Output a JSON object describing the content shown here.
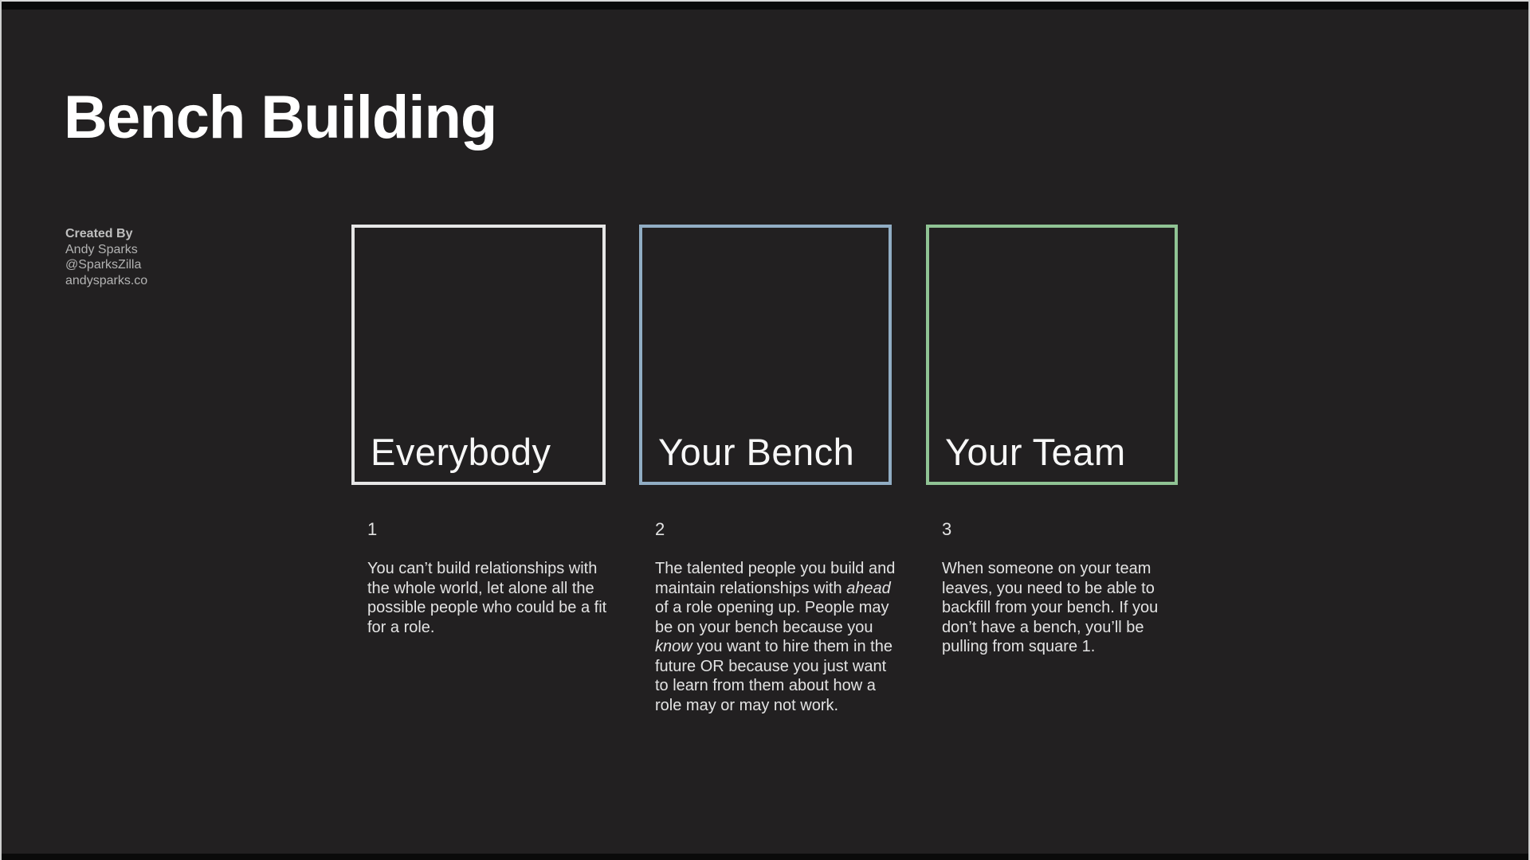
{
  "slide": {
    "title": "Bench Building",
    "credits": {
      "header": "Created By",
      "lines": [
        "Andy Sparks",
        "@SparksZilla",
        "andysparks.co"
      ]
    },
    "cards": [
      {
        "label": "Everybody",
        "number": "1",
        "border_color": "#e6e6e6",
        "description_segments": [
          {
            "text": "You can’t build relationships with the whole world, let alone all the possible people who could be a fit for a role.",
            "italic": false
          }
        ]
      },
      {
        "label": "Your Bench",
        "number": "2",
        "border_color": "#91adc4",
        "description_segments": [
          {
            "text": "The talented people you build and maintain relationships with ",
            "italic": false
          },
          {
            "text": "ahead",
            "italic": true
          },
          {
            "text": " of a role opening up. People may be on your bench because you ",
            "italic": false
          },
          {
            "text": "know",
            "italic": true
          },
          {
            "text": " you want to hire them in the future OR because you just want to learn from them about how a role may or may not work.",
            "italic": false
          }
        ]
      },
      {
        "label": "Your Team",
        "number": "3",
        "border_color": "#90c394",
        "description_segments": [
          {
            "text": "When someone on your team leaves, you need to be able to backfill from your bench. If you don’t have a bench, you’ll be pulling from square 1.",
            "italic": false
          }
        ]
      }
    ],
    "colors": {
      "background": "#222021",
      "title_text": "#ffffff",
      "credits_text": "#b3b3b3",
      "body_text": "#e3e3e3",
      "box_border_everybody": "#e6e6e6",
      "box_border_bench": "#91adc4",
      "box_border_team": "#90c394"
    }
  }
}
